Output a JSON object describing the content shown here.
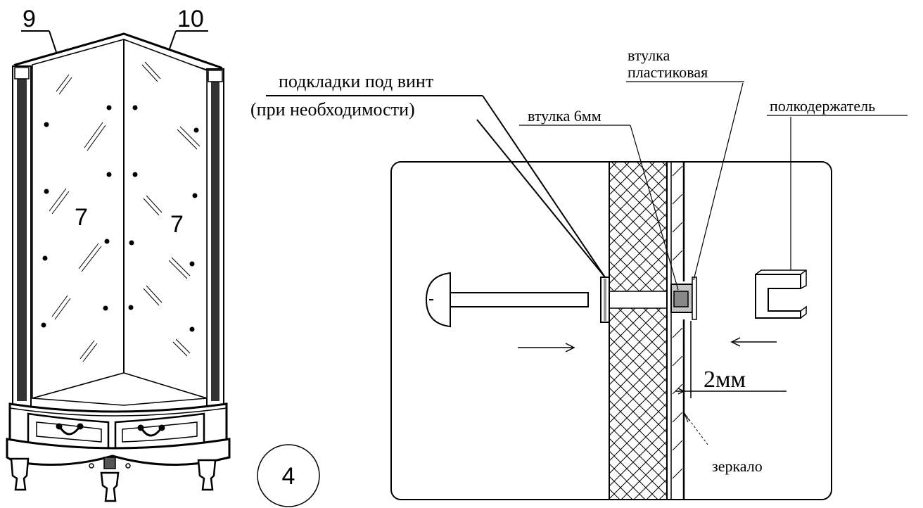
{
  "cabinet": {
    "part_top_left": "9",
    "part_top_right": "10",
    "panel_left": "7",
    "panel_right": "7"
  },
  "step_number": "4",
  "section": {
    "label_shims_line1": "подкладки под винт",
    "label_shims_line2": "(при необходимости)",
    "label_sleeve_6mm": "втулка 6мм",
    "label_plastic_sleeve_line1": "втулка",
    "label_plastic_sleeve_line2": "пластиковая",
    "label_shelf_holder": "полкодержатель",
    "label_gap": "2мм",
    "label_mirror": "зеркало"
  }
}
